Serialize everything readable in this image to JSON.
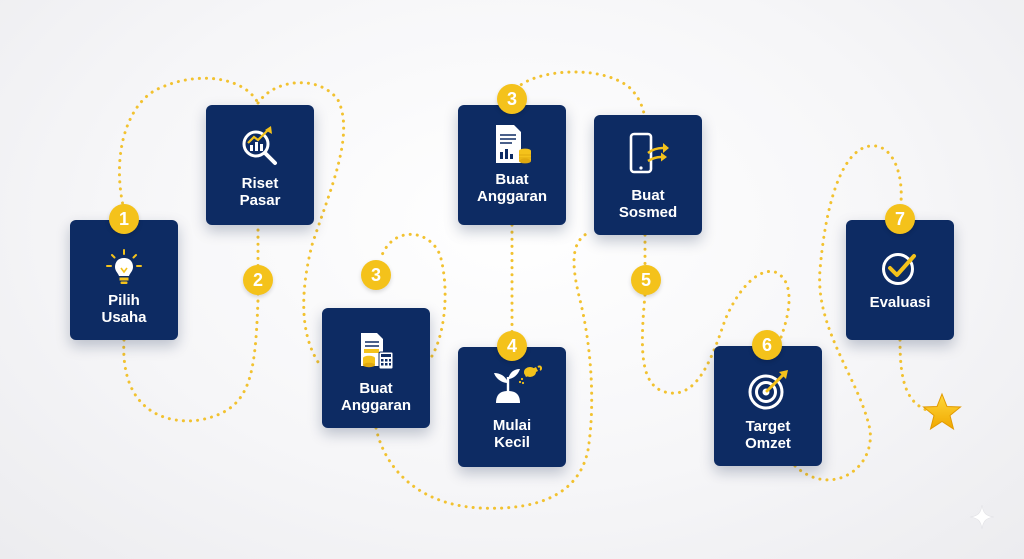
{
  "steps": [
    {
      "number": "1",
      "label": "Pilih\nUsaha",
      "icon": "lightbulb-icon"
    },
    {
      "number": "2",
      "label": "Riset\nPasar",
      "icon": "magnifier-chart-icon"
    },
    {
      "number": "3",
      "label": "Buat\nAnggaran",
      "icon": "budget-calculator-icon"
    },
    {
      "number": "3",
      "label": "Buat\nAnggaran",
      "icon": "document-coins-icon"
    },
    {
      "number": "4",
      "label": "Mulai\nKecil",
      "icon": "seedling-watering-can-icon"
    },
    {
      "number": "5",
      "label": "Buat\nSosmed",
      "icon": "smartphone-share-icon"
    },
    {
      "number": "6",
      "label": "Target\nOmzet",
      "icon": "target-arrow-icon"
    },
    {
      "number": "7",
      "label": "Evaluasi",
      "icon": "check-circle-icon"
    }
  ],
  "colors": {
    "card": "#0d2b63",
    "accent": "#f4c21b",
    "text": "#ffffff",
    "path": "#f2c230"
  },
  "end_marker": "star-icon"
}
